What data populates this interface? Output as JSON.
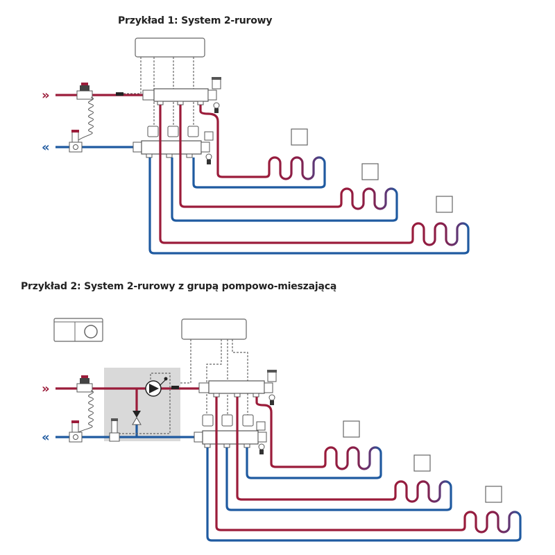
{
  "example1": {
    "title": "Przykład 1: System 2-rurowy",
    "loops": 3,
    "thermostats": 3,
    "actuators": 3
  },
  "example2": {
    "title": "Przykład 2: System 2-rurowy z grupą pompowo-mieszającą",
    "loops": 3,
    "thermostats": 3,
    "actuators": 3,
    "has_pump_mixing_group": true,
    "has_controller": true
  },
  "colors": {
    "supply": "#9b1c3a",
    "return": "#1f5aa0",
    "mixing_group_bg": "#d9d9d9",
    "outline": "#555555"
  },
  "symbols": {
    "supply_arrow": "»",
    "return_arrow": "«"
  }
}
